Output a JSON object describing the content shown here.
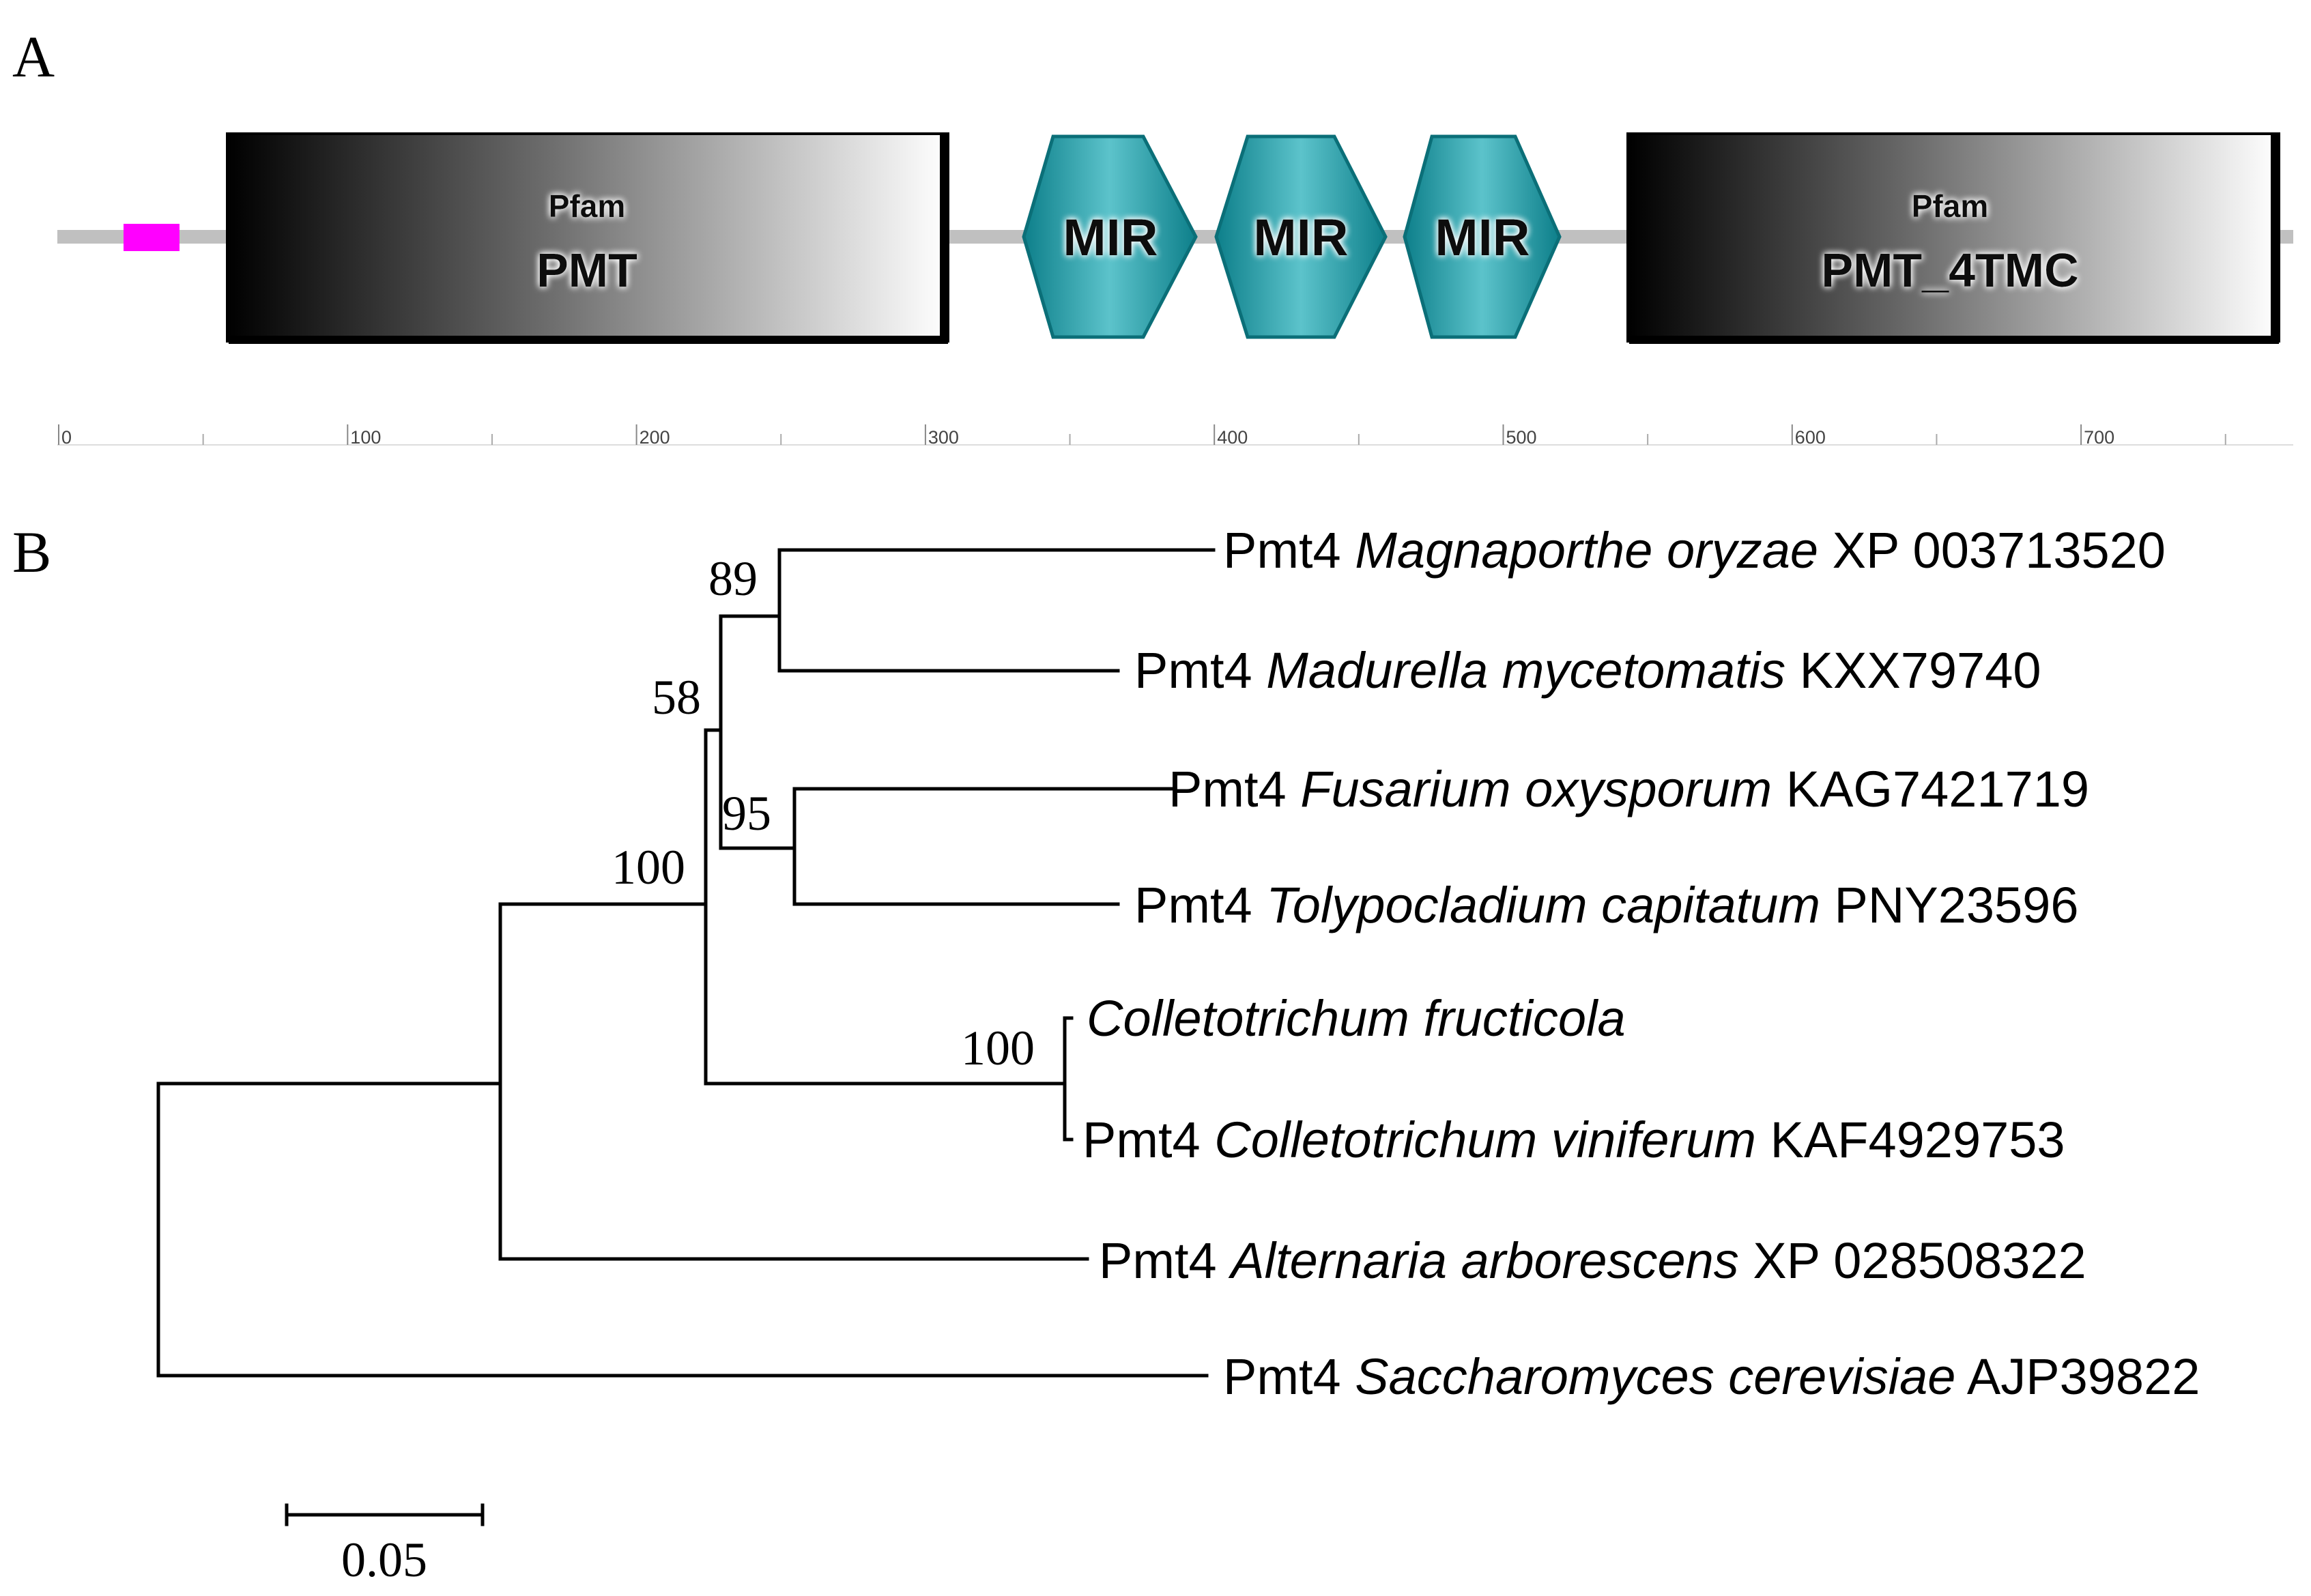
{
  "panel_a": {
    "label": "A",
    "scale_ticks": [
      "0",
      "100",
      "200",
      "300",
      "400",
      "500",
      "600",
      "700"
    ],
    "domains": [
      {
        "type": "pfam",
        "source": "Pfam",
        "name": "PMT"
      },
      {
        "type": "mir",
        "name": "MIR"
      },
      {
        "type": "mir",
        "name": "MIR"
      },
      {
        "type": "mir",
        "name": "MIR"
      },
      {
        "type": "pfam",
        "source": "Pfam",
        "name": "PMT_4TMC"
      }
    ],
    "colors": {
      "signal_peptide": "#ff00ff",
      "mir": "#2aa3ad",
      "backbone": "#c0c0c0"
    }
  },
  "panel_b": {
    "label": "B",
    "leaves": [
      {
        "prefix": "Pmt4",
        "genus": "Magnaporthe",
        "species": "oryzae",
        "accession": "XP 003713520"
      },
      {
        "prefix": "Pmt4",
        "genus": "Madurella",
        "species": "mycetomatis",
        "accession": "KXX79740"
      },
      {
        "prefix": "Pmt4",
        "genus": "Fusarium",
        "species": "oxysporum",
        "accession": "KAG7421719"
      },
      {
        "prefix": "Pmt4",
        "genus": "Tolypocladium",
        "species": "capitatum",
        "accession": "PNY23596"
      },
      {
        "prefix": "",
        "genus": "Colletotrichum",
        "species": "fructicola",
        "accession": ""
      },
      {
        "prefix": "Pmt4",
        "genus": "Colletotrichum",
        "species": "viniferum",
        "accession": "KAF4929753"
      },
      {
        "prefix": "Pmt4",
        "genus": "Alternaria",
        "species": "arborescens",
        "accession": "XP 028508322"
      },
      {
        "prefix": "Pmt4",
        "genus": "Saccharomyces",
        "species": "cerevisiae",
        "accession": "AJP39822"
      }
    ],
    "bootstrap": {
      "magnaporthe_madurella": "89",
      "sordariomycete_clade": "58",
      "fusarium_tolypocladium": "95",
      "pezizomycotina_clade": "100",
      "colletotrichum": "100"
    },
    "scale_bar": "0.05"
  }
}
